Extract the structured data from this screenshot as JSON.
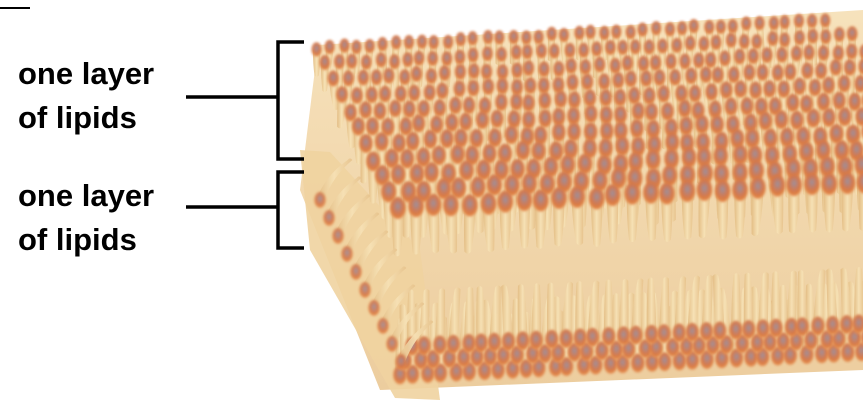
{
  "labels": {
    "top": {
      "line1": "one layer",
      "line2": "of lipids"
    },
    "bottom": {
      "line1": "one layer",
      "line2": "of lipids"
    }
  },
  "colors": {
    "head_core": "#9a8f9c",
    "head_mid": "#e07a3a",
    "head_edge": "#e9a76a",
    "tail": "#f3d7a4",
    "tail_shade": "#e3bd84",
    "bracket": "#000000"
  }
}
